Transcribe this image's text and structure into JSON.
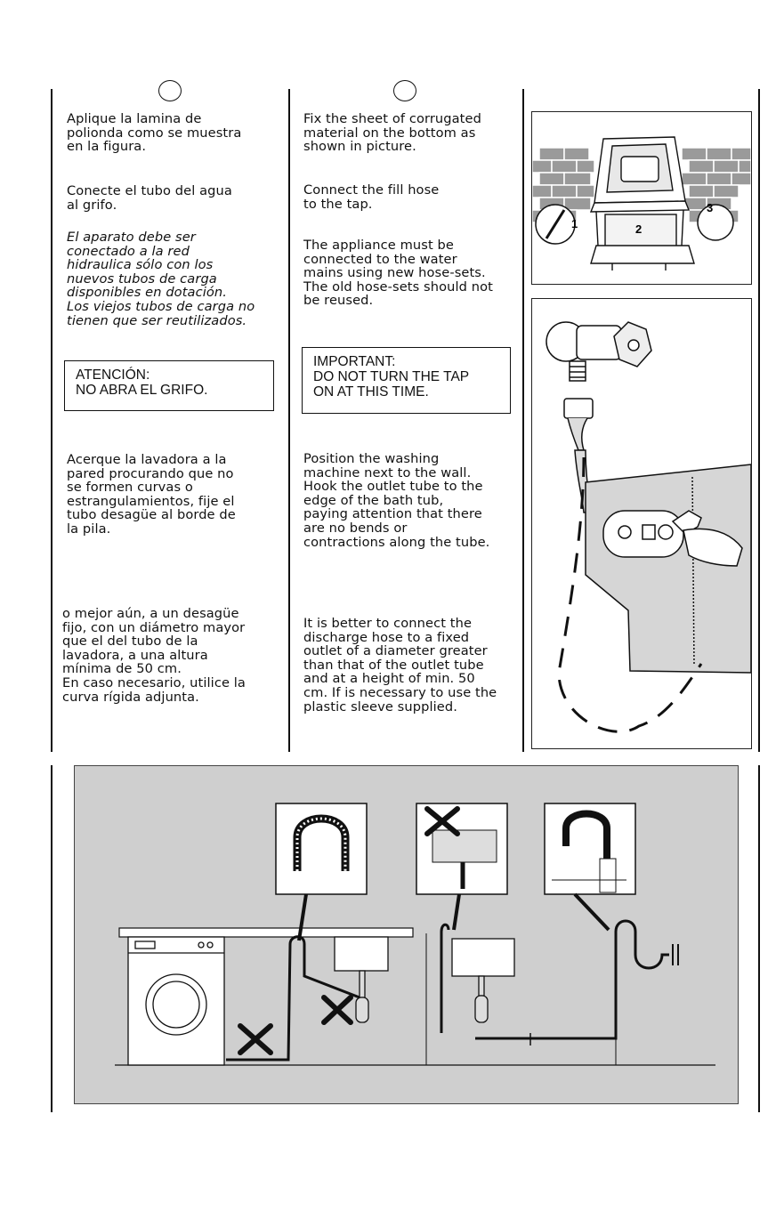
{
  "spanish": {
    "p1": "Aplique la lamina de\npolionda como se muestra\nen la figura.",
    "p2": "Conecte el tubo del agua\nal grifo.",
    "p3": "El aparato debe ser\nconectado a la red\nhidraulica sólo con los\nnuevos tubos de carga\ndisponibles en dotación.\nLos viejos tubos de carga no\ntienen que ser reutilizados.",
    "warn_line1": "ATENCIÓN:",
    "warn_line2": "NO ABRA EL GRIFO.",
    "p4": "Acerque la lavadora a la\npared procurando que no\nse formen curvas o\nestrangulamientos, fije el\ntubo desagüe al borde de\nla pila.",
    "p5": "o mejor aún, a un desagüe\nfijo, con un diámetro mayor\nque el del tubo de la\nlavadora, a una altura\nmínima de 50 cm.\nEn caso necesario, utilice la\ncurva rígida adjunta."
  },
  "english": {
    "p1": "Fix the sheet of corrugated\nmaterial on the bottom as\nshown in picture.",
    "p2": "Connect the fill hose\nto the tap.",
    "p3": "The appliance must be\nconnected to the water\nmains using new hose-sets.\nThe old hose-sets should not\nbe reused.",
    "warn_line1": "IMPORTANT:",
    "warn_line2": "DO NOT TURN THE TAP",
    "warn_line3": "ON AT THIS TIME.",
    "p4": "Position the washing\nmachine next to the wall.\nHook the outlet tube to the\nedge of the bath tub,\npaying attention that there\nare no bends or\ncontractions along the tube.",
    "p5": "It is better to connect the\ndischarge hose to a fixed\noutlet of a diameter greater\nthan that of the outlet tube\nand at a height of min. 50\ncm. If is necessary to use the\nplastic sleeve supplied."
  },
  "figure1": {
    "label1": "1",
    "label2": "2",
    "label3": "3"
  },
  "colors": {
    "text": "#111111",
    "panel_gray": "#cfcfcf",
    "wall_gray": "#9a9a9a"
  }
}
